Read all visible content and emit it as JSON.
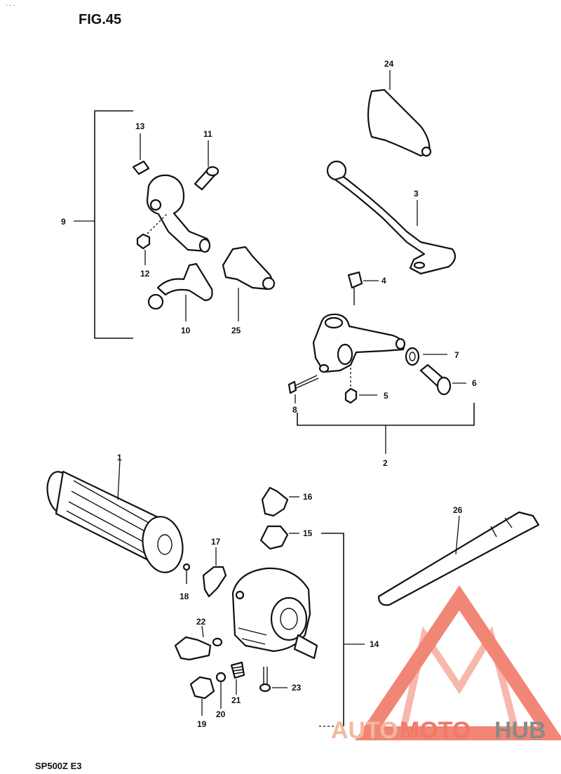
{
  "figure": {
    "title": "FIG.45",
    "footer": "SP500Z E3"
  },
  "callouts": [
    "24",
    "13",
    "11",
    "9",
    "3",
    "12",
    "10",
    "25",
    "4",
    "7",
    "6",
    "8",
    "5",
    "2",
    "1",
    "16",
    "26",
    "15",
    "17",
    "18",
    "14",
    "22",
    "23",
    "21",
    "20",
    "19"
  ],
  "watermark": {
    "part1": "AUTO",
    "part2": "MOTO",
    "part3": "HUB",
    "color_triangle": "#f07a68",
    "color_text_light": "#f2b8a0",
    "color_text_gray": "#8a8a8a"
  }
}
